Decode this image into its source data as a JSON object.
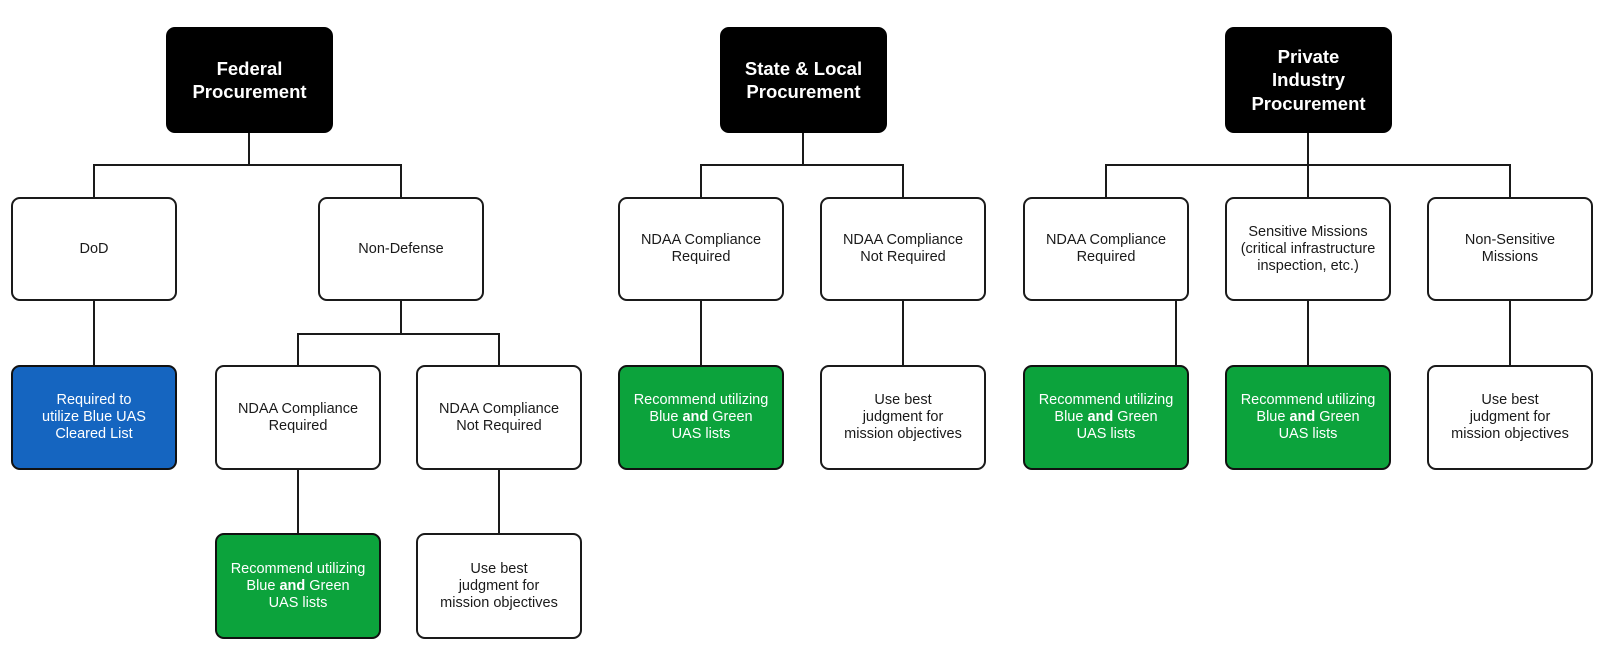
{
  "colors": {
    "root": "#000000",
    "blue": "#1565c0",
    "green": "#0ca33c",
    "line": "#1a1a1a"
  },
  "federal": {
    "title": [
      "Federal",
      "Procurement"
    ],
    "dod": {
      "label": "DoD",
      "result": [
        "Required to",
        "utilize Blue UAS",
        "Cleared List"
      ]
    },
    "non_defense": {
      "label": "Non-Defense",
      "ndaa_required": {
        "label": [
          "NDAA Compliance",
          "Required"
        ],
        "result": {
          "line1": "Recommend utilizing",
          "blue": "Blue",
          "and": "and",
          "green": "Green",
          "line3": "UAS lists"
        }
      },
      "ndaa_not_required": {
        "label": [
          "NDAA Compliance",
          "Not Required"
        ],
        "result": [
          "Use best",
          "judgment for",
          "mission objectives"
        ]
      }
    }
  },
  "state_local": {
    "title": [
      "State & Local",
      "Procurement"
    ],
    "ndaa_required": {
      "label": [
        "NDAA Compliance",
        "Required"
      ],
      "result": {
        "line1": "Recommend utilizing",
        "blue": "Blue",
        "and": "and",
        "green": "Green",
        "line3": "UAS lists"
      }
    },
    "ndaa_not_required": {
      "label": [
        "NDAA Compliance",
        "Not Required"
      ],
      "result": [
        "Use best",
        "judgment for",
        "mission objectives"
      ]
    }
  },
  "private": {
    "title": [
      "Private",
      "Industry",
      "Procurement"
    ],
    "ndaa_required": {
      "label": [
        "NDAA Compliance",
        "Required"
      ],
      "result": {
        "line1": "Recommend utilizing",
        "blue": "Blue",
        "and": "and",
        "green": "Green",
        "line3": "UAS lists"
      }
    },
    "sensitive": {
      "label": [
        "Sensitive Missions",
        "(critical infrastructure",
        "inspection, etc.)"
      ],
      "result": {
        "line1": "Recommend utilizing",
        "blue": "Blue",
        "and": "and",
        "green": "Green",
        "line3": "UAS lists"
      }
    },
    "non_sensitive": {
      "label": [
        "Non-Sensitive",
        "Missions"
      ],
      "result": [
        "Use best",
        "judgment for",
        "mission objectives"
      ]
    }
  }
}
